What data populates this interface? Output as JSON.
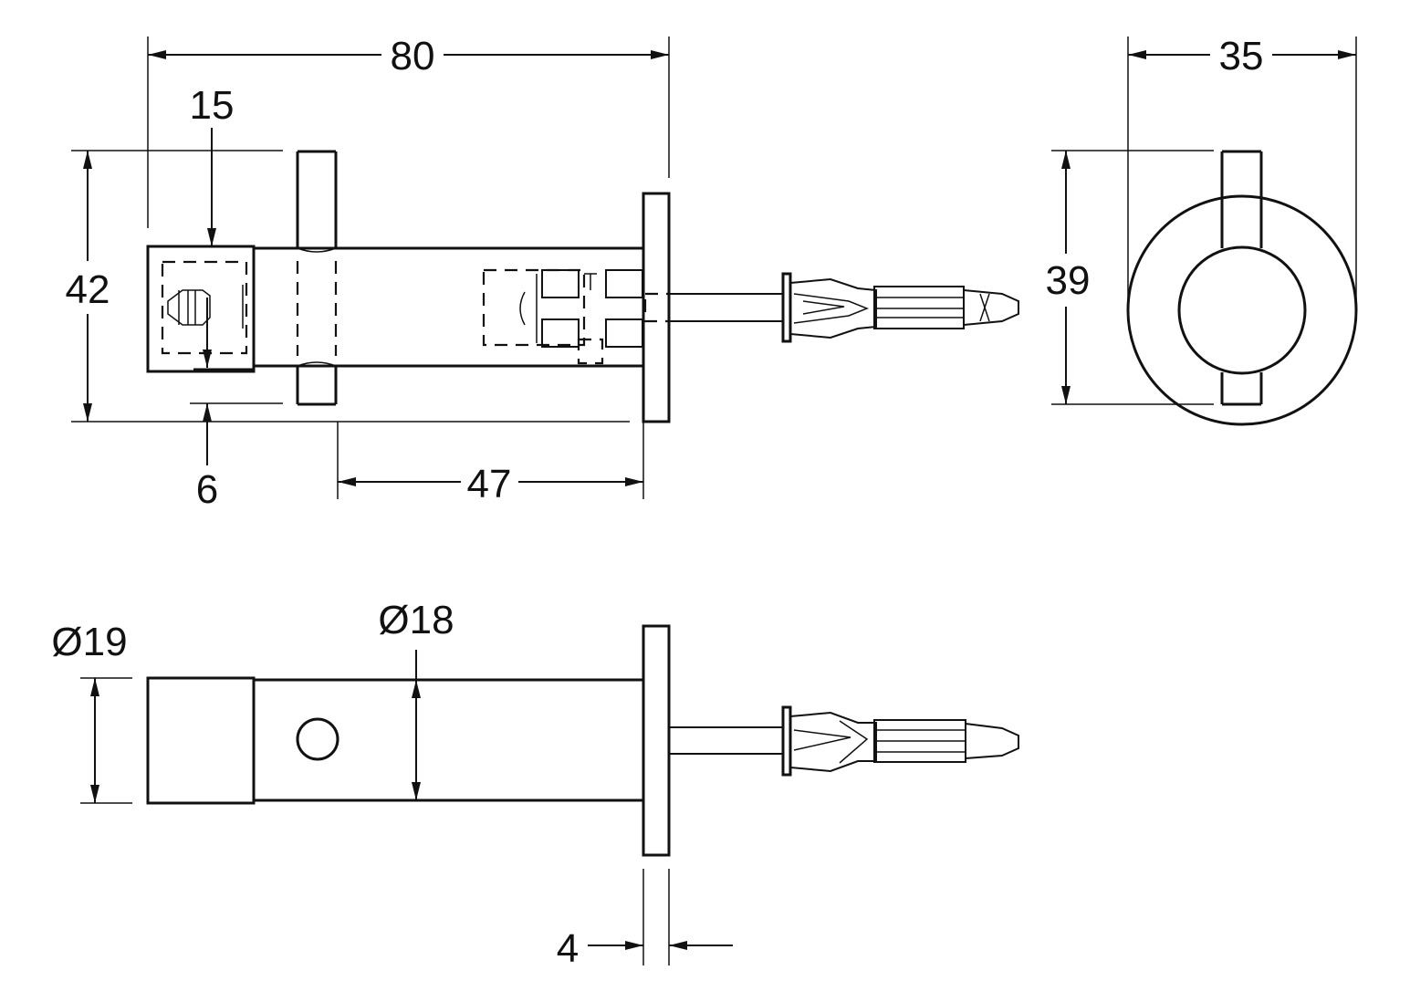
{
  "colors": {
    "line": "#111111",
    "background": "#ffffff"
  },
  "dimensions": {
    "overall_length": "80",
    "rosette_width": "35",
    "offset_top": "15",
    "height_side": "42",
    "height_rosette": "39",
    "offset_bottom": "6",
    "shaft_length": "47",
    "diameter_cap": "Ø19",
    "diameter_shaft": "Ø18",
    "plate_thickness": "4"
  }
}
